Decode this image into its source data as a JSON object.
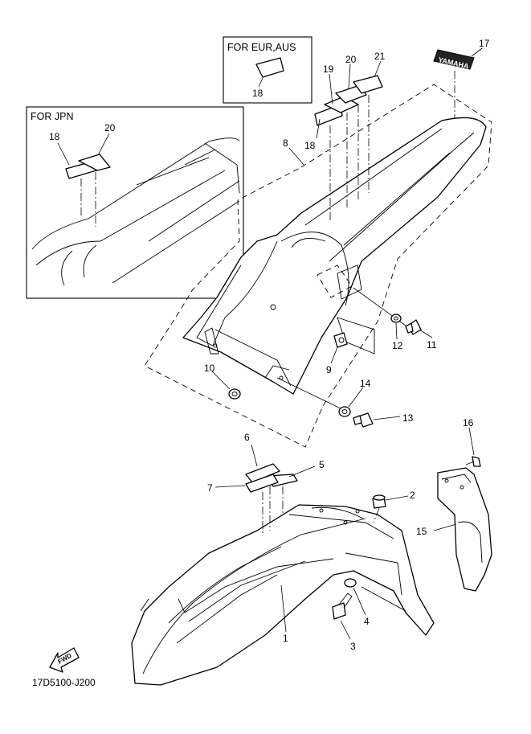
{
  "diagram": {
    "drawing_code": "17D5100-J200",
    "fwd_badge": "FWD",
    "decal_logo_text": "YAMAHA",
    "inset_eur_aus": {
      "title": "FOR EUR,AUS",
      "parts": [
        "18"
      ]
    },
    "inset_jpn": {
      "title": "FOR JPN",
      "parts": [
        "18",
        "20"
      ]
    },
    "callouts": {
      "c1": "1",
      "c2": "2",
      "c3": "3",
      "c4": "4",
      "c5": "5",
      "c6": "6",
      "c7": "7",
      "c8": "8",
      "c9": "9",
      "c10": "10",
      "c11": "11",
      "c12": "12",
      "c13": "13",
      "c14": "14",
      "c15": "15",
      "c16": "16",
      "c17": "17",
      "c18": "18",
      "c19": "19",
      "c20": "20",
      "c21": "21"
    }
  }
}
